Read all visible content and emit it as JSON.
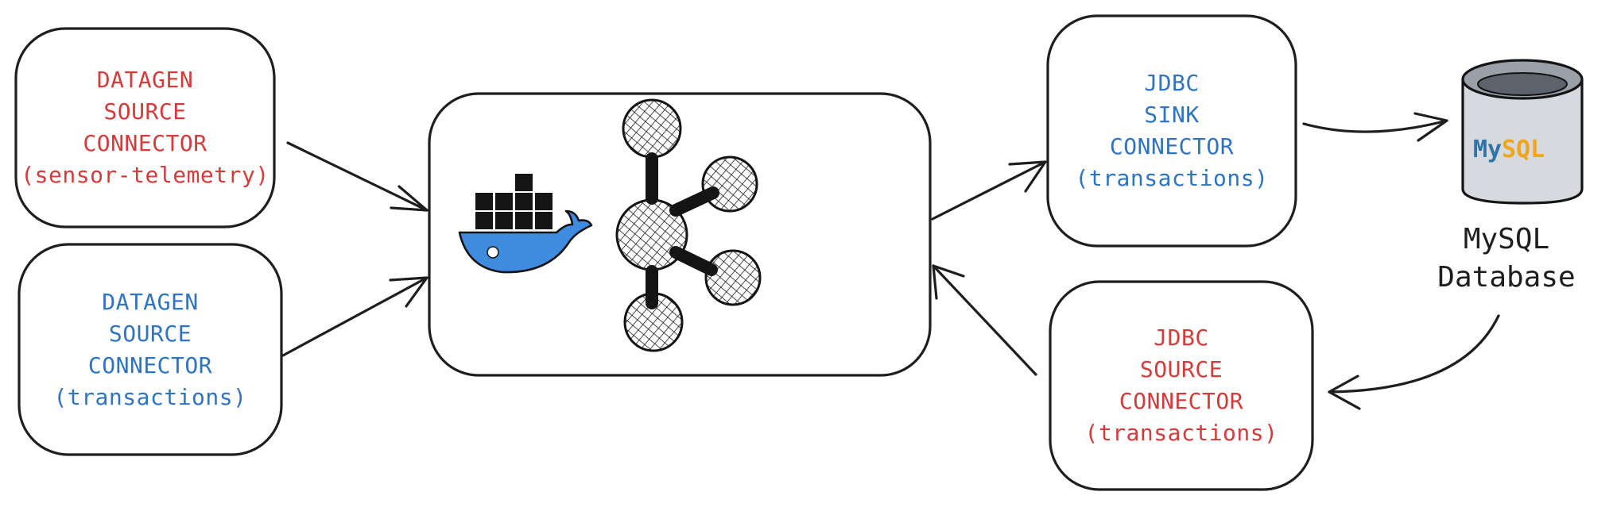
{
  "colors": {
    "red": "#d43b3b",
    "blue": "#2f74c0",
    "stroke": "#1e1e1e",
    "docker": "#3f8be0"
  },
  "nodes": {
    "datagen_sensor": {
      "lines": [
        "DATAGEN",
        "SOURCE",
        "CONNECTOR",
        "(sensor-telemetry)"
      ],
      "color": "red"
    },
    "datagen_transactions": {
      "lines": [
        "DATAGEN",
        "SOURCE",
        "CONNECTOR",
        "(transactions)"
      ],
      "color": "blue"
    },
    "kafka_cluster": {
      "icons": [
        "docker-icon",
        "kafka-icon"
      ]
    },
    "jdbc_sink": {
      "lines": [
        "JDBC",
        "SINK",
        "CONNECTOR",
        "(transactions)"
      ],
      "color": "blue"
    },
    "jdbc_source": {
      "lines": [
        "JDBC",
        "SOURCE",
        "CONNECTOR",
        "(transactions)"
      ],
      "color": "red"
    },
    "mysql": {
      "logo": {
        "my": "My",
        "sql": "SQL"
      },
      "label_lines": [
        "MySQL",
        "Database"
      ]
    }
  },
  "edges": [
    {
      "from": "datagen_sensor",
      "to": "kafka_cluster"
    },
    {
      "from": "datagen_transactions",
      "to": "kafka_cluster"
    },
    {
      "from": "kafka_cluster",
      "to": "jdbc_sink"
    },
    {
      "from": "jdbc_sink",
      "to": "mysql"
    },
    {
      "from": "mysql",
      "to": "jdbc_source"
    },
    {
      "from": "jdbc_source",
      "to": "kafka_cluster"
    }
  ]
}
